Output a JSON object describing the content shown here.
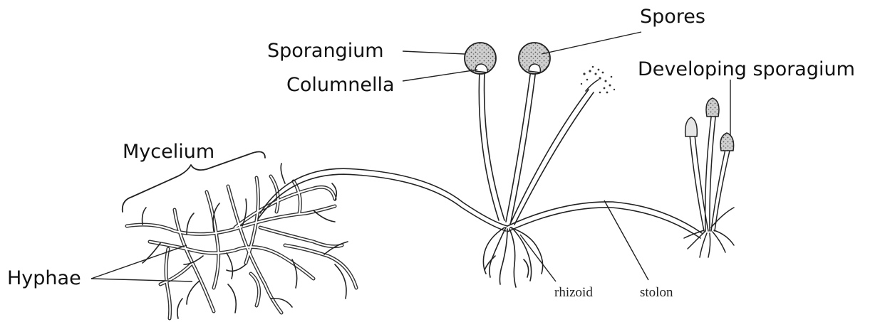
{
  "labels": {
    "spores": "Spores",
    "sporangium": "Sporangium",
    "columnella": "Columnella",
    "developing_sporangium": "Developing sporagium",
    "mycelium": "Mycelium",
    "hyphae": "Hyphae",
    "rhizoid": "rhizoid",
    "stolon": "stolon"
  },
  "colors": {
    "ink": "#222222",
    "sporangium_fill": "#c9c9c9",
    "background": "#ffffff"
  }
}
